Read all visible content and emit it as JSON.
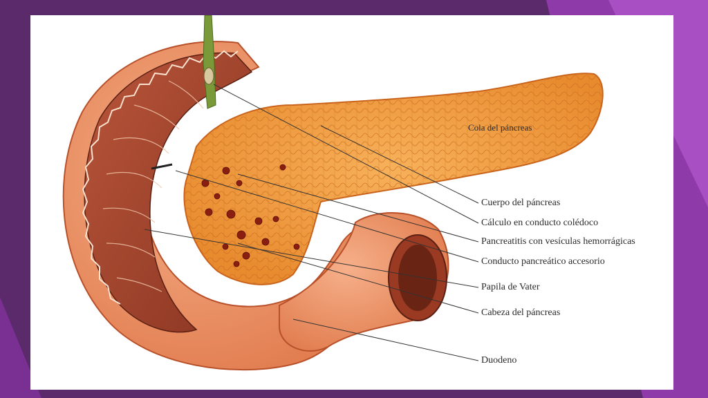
{
  "slide": {
    "background_color": "#5a2a6b",
    "accent_color": "#9b3fb8",
    "canvas_color": "#ffffff"
  },
  "diagram": {
    "labels": {
      "tail": "Cola del páncreas",
      "body": "Cuerpo del páncreas",
      "calculus": "Cálculo en conducto colédoco",
      "pancreatitis": "Pancreatitis con vesículas hemorrágicas",
      "accessory_duct": "Conducto pancreático accesorio",
      "papilla": "Papila de Vater",
      "head": "Cabeza del páncreas",
      "duodenum": "Duodeno"
    }
  }
}
